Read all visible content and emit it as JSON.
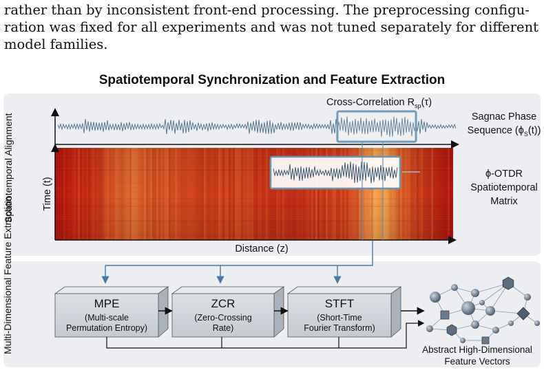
{
  "paragraph": {
    "line1": "rather than by inconsistent front-end processing. The preprocessing configu-",
    "line2": "ration was fixed for all experiments and was not tuned separately for different",
    "line3": "model families."
  },
  "figure": {
    "title": "Spatiotemporal Synchronization and Feature Extraction",
    "top_panel_label": "Spatiotemporal Alignment",
    "bottom_panel_label": "Multi-Dimensional Feature Extraction",
    "cross_correlation_label": "Cross-Correlation R",
    "cross_correlation_sub": "sp",
    "cross_correlation_arg": "(τ)",
    "sagnac_label_line1": "Sagnac Phase",
    "sagnac_label_line2": "Sequence (ϕ",
    "sagnac_label_sub": "S",
    "sagnac_label_end": "(t))",
    "otdr_label_line1": "ϕ-OTDR",
    "otdr_label_line2": "Spatiotemporal",
    "otdr_label_line3": "Matrix",
    "time_axis_label": "Time (t)",
    "distance_axis_label": "Distance (z)",
    "boxes": [
      {
        "title": "MPE",
        "sub1": "(Multi-scale",
        "sub2": "Permutation Entropy)"
      },
      {
        "title": "ZCR",
        "sub1": "(Zero-Crossing",
        "sub2": "Rate)"
      },
      {
        "title": "STFT",
        "sub1": "(Short-Time",
        "sub2": "Fourier Transform)"
      }
    ],
    "output_label_line1": "Abstract High-Dimensional",
    "output_label_line2": "Feature Vectors",
    "colors": {
      "panel": "#eceef1",
      "heatmap_dark": "#b3140f",
      "heatmap_mid": "#d8381c",
      "heatmap_light": "#f29a4c",
      "highlight_box": "#6a95b5",
      "box_face": "#cfd4da",
      "arrow": "#4a78a0"
    }
  }
}
